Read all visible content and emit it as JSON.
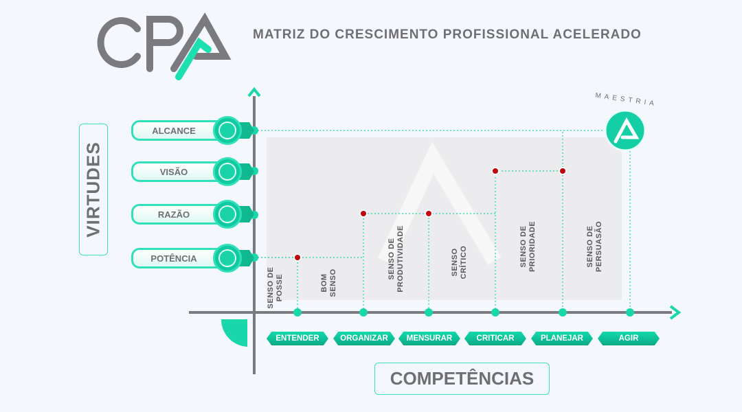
{
  "logo_text": "CPA",
  "title": "MATRIZ DO CRESCIMENTO PROFISSIONAL ACELERADO",
  "y_axis_label": "VIRTUDES",
  "x_axis_label": "COMPETÊNCIAS",
  "virtues": [
    "ALCANCE",
    "VISÃO",
    "RAZÃO",
    "POTÊNCIA"
  ],
  "competencies": [
    "ENTENDER",
    "ORGANIZAR",
    "MENSURAR",
    "CRITICAR",
    "PLANEJAR",
    "AGIR"
  ],
  "senses": [
    "SENSO DE\nPOSSE",
    "BOM\nSENSO",
    "SENSO DE\nPRODUTIVIDADE",
    "SENSO\nCRÍTICO",
    "SENSO DE\nPRIORIDADE",
    "SENSO DE\nPERSUASÃO"
  ],
  "mastery_label": "MAESTRIA",
  "colors": {
    "accent": "#1ad6ab",
    "gray": "#6f6f73",
    "point": "#c0060c"
  }
}
